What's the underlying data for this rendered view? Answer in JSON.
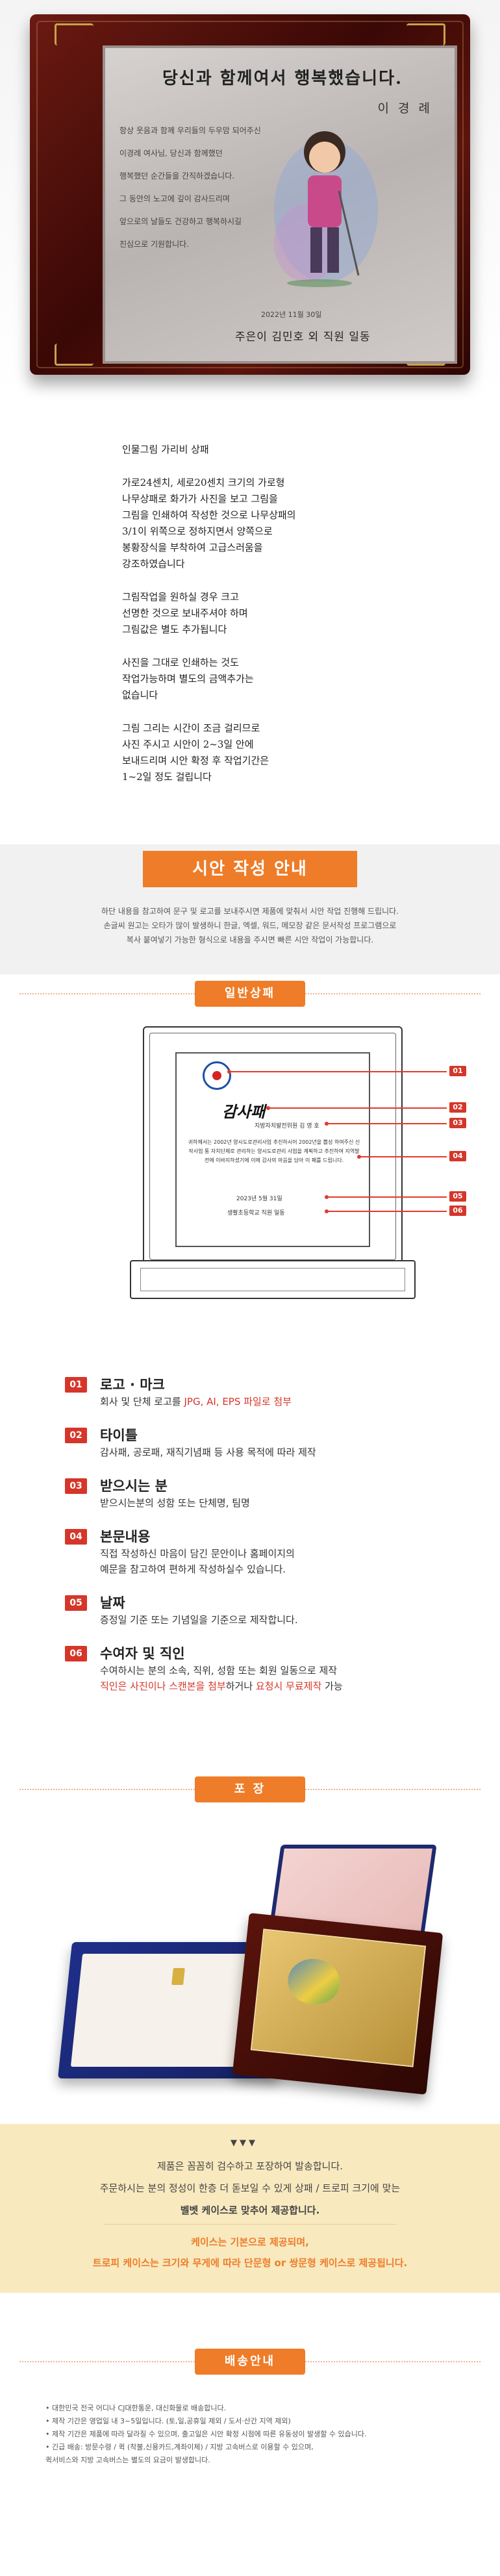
{
  "plaque": {
    "title": "당신과 함께여서 행복했습니다.",
    "name": "이 경 례",
    "lines": [
      "항상 웃음과 함께 우리들의 두우맘 되어주신",
      "이경례 여사님, 당신과 함께했던",
      "행복했던 순간들을 간직하겠습니다.",
      "그 동안의 노고에 깊이 감사드리며",
      "앞으로의 날들도 건강하고 행복하시길",
      "진심으로 기원합니다."
    ],
    "date": "2022년 11월 30일",
    "signature": "주은이 김민호 외 직원 일동"
  },
  "poem": [
    "인물그림 가리비 상패",
    "",
    "가로24센치, 세로20센치 크기의 가로형",
    "나무상패로 화가가 사진을 보고 그림을",
    "그림을 인쇄하여 작성한 것으로 나무상패의",
    "3/1이 위쪽으로 정하지면서 양쪽으로",
    "봉황장식을 부착하여 고급스러움을",
    "강조하였습니다",
    "",
    "그림작업을 원하실 경우 크고",
    "선명한 것으로 보내주셔야 하며",
    "그림값은 별도 추가됩니다",
    "",
    "사진을 그대로 인쇄하는 것도",
    "작업가능하며 별도의 금액추가는",
    "없습니다",
    "",
    "그림 그리는 시간이 조금 걸리므로",
    "사진 주시고 시안이 2~3일 안에",
    "보내드리며 시안 확정 후 작업기간은",
    "1~2일 정도 걸립니다"
  ],
  "guide": {
    "tag": "시안 작성 안내",
    "text": [
      "하단 내용을 참고하여 문구 및 로고를 보내주시면 제품에 맞춰서 시안 작업 진행해 드립니다.",
      "손글씨 원고는 오타가 많이 발생하니 한글, 엑셀, 워드, 메모장 같은 문서작성 프로그램으로",
      "복사 붙여넣기 가능한 형식으로 내용을 주시면 빠른 시안 작업이 가능합니다."
    ]
  },
  "general": {
    "pill": "일반상패",
    "sketch": {
      "title": "감사패",
      "to": "지방자치발전위원 김 영 호",
      "body": "귀하께서는 2002년 양시도로관리사업 추진하시어 2002년을 뽑성 하여주신 신작사업 통 자치단체로 관리하는 양시도로관리 사업을 계획하고 추진하여 지역발전에 이바지하셨기에 이에 감사의 마음을 담아 이 패를 드립니다.",
      "date": "2023년 5월 31일",
      "from": "생활초등학교 직원 일동"
    },
    "tags": [
      "01",
      "02",
      "03",
      "04",
      "05",
      "06"
    ]
  },
  "items": [
    {
      "num": "01",
      "title": "로고 · 마크",
      "desc_plain": "회사 및 단체 로고를 ",
      "desc_red": "JPG, AI, EPS 파일로 첨부",
      "desc2": ""
    },
    {
      "num": "02",
      "title": "타이틀",
      "desc_plain": "감사패, 공로패, 재직기념패 등 사용 목적에 따라 제작",
      "desc_red": "",
      "desc2": ""
    },
    {
      "num": "03",
      "title": "받으시는 분",
      "desc_plain": "받으시는분의 성함 또는 단체명, 팀명",
      "desc_red": "",
      "desc2": ""
    },
    {
      "num": "04",
      "title": "본문내용",
      "desc_plain": "직접 작성하신 마음이 담긴 문안이나 홈페이지의",
      "desc_red": "",
      "desc2": "예문을 참고하여 편하게 작성하실수 있습니다."
    },
    {
      "num": "05",
      "title": "날짜",
      "desc_plain": "증정일 기준 또는 기념일을 기준으로 제작합니다.",
      "desc_red": "",
      "desc2": ""
    },
    {
      "num": "06",
      "title": "수여자 및 직인",
      "desc_plain": "수여하시는 분의 소속, 직위, 성함 또는 회원 일동으로 제작",
      "desc_red": "",
      "desc2": ""
    }
  ],
  "item6_extra": {
    "red1": "직인은 사진이나 스캔본을 첨부",
    "plain1": "하거나 ",
    "red2": "요청시 무료제작",
    "plain2": " 가능"
  },
  "packing": {
    "pill": "포 장",
    "arrow": "▼▼▼",
    "lines": [
      "제품은 꼼꼼히 검수하고 포장하여 발송합니다.",
      "주문하시는 분의 정성이 한층 더 돋보일 수 있게 상패 / 트로피 크기에 맞는",
      "벨벳 케이스로 맞추어 제공합니다."
    ],
    "notes": [
      "케이스는 기본으로 제공되며,",
      "트로피 케이스는 크기와 무게에 따라 단문형 or 쌍문형 케이스로 제공됩니다."
    ]
  },
  "shipping": {
    "pill": "배송안내",
    "items": [
      "• 대한민국 전국 어디나 CJ대한통운, 대신화물로 배송합니다.",
      "• 제작 기간은 영업일 내 3~5일입니다. (토,일,공휴일 제외 / 도서·산간 지역 제외)",
      "• 제작 기간은 제품에 따라 달라질 수 있으며, 출고일은 시안 확정 시점에 따른 유동성이 발생할 수 있습니다.",
      "• 긴급 배송: 방문수령 / 퀵 (착불,신용카드,계좌이체) / 지방 고속버스로 이용할 수 있으며,",
      "   퀵서비스와 지방 고속버스는 별도의 요금이 발생합니다."
    ]
  },
  "colors": {
    "accent": "#ee7c28",
    "tag_red": "#d6362a",
    "pack_band": "#f8e9bf",
    "guide_band": "#f1f1f1"
  }
}
